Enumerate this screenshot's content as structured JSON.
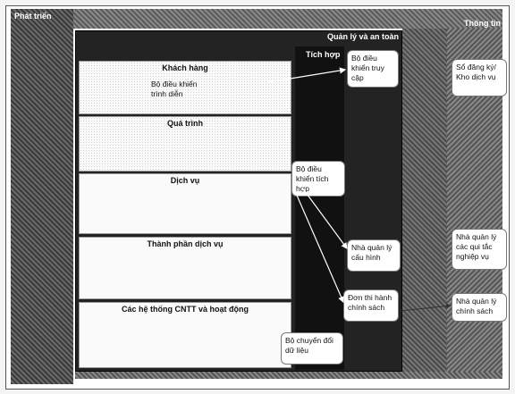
{
  "labels": {
    "development": "Phát triển",
    "information": "Thông tin",
    "management": "Quản lý và an toàn",
    "integration": "Tích hợp"
  },
  "layers": {
    "customer": "Khách hàng",
    "presentation_controller": "Bộ điều khiển trình diễn",
    "process": "Quá trình",
    "service": "Dịch vụ",
    "service_components": "Thành phần dịch vụ",
    "it_systems": "Các hệ thống CNTT và hoạt động"
  },
  "components": {
    "access_controller": "Bộ điều khiển truy cập",
    "integration_controller": "Bộ điều khiển tích hợp",
    "config_manager": "Nhà quản lý cấu hình",
    "policy_enforcement": "Đơn thi hành chính sách",
    "data_transformer": "Bộ chuyển đổi dữ liệu",
    "registry": "Sổ đăng ký/ Kho dịch vụ",
    "business_rules_manager": "Nhà quản lý các qui tắc nghiệp vụ",
    "policy_manager": "Nhà quản lý chính sách"
  }
}
